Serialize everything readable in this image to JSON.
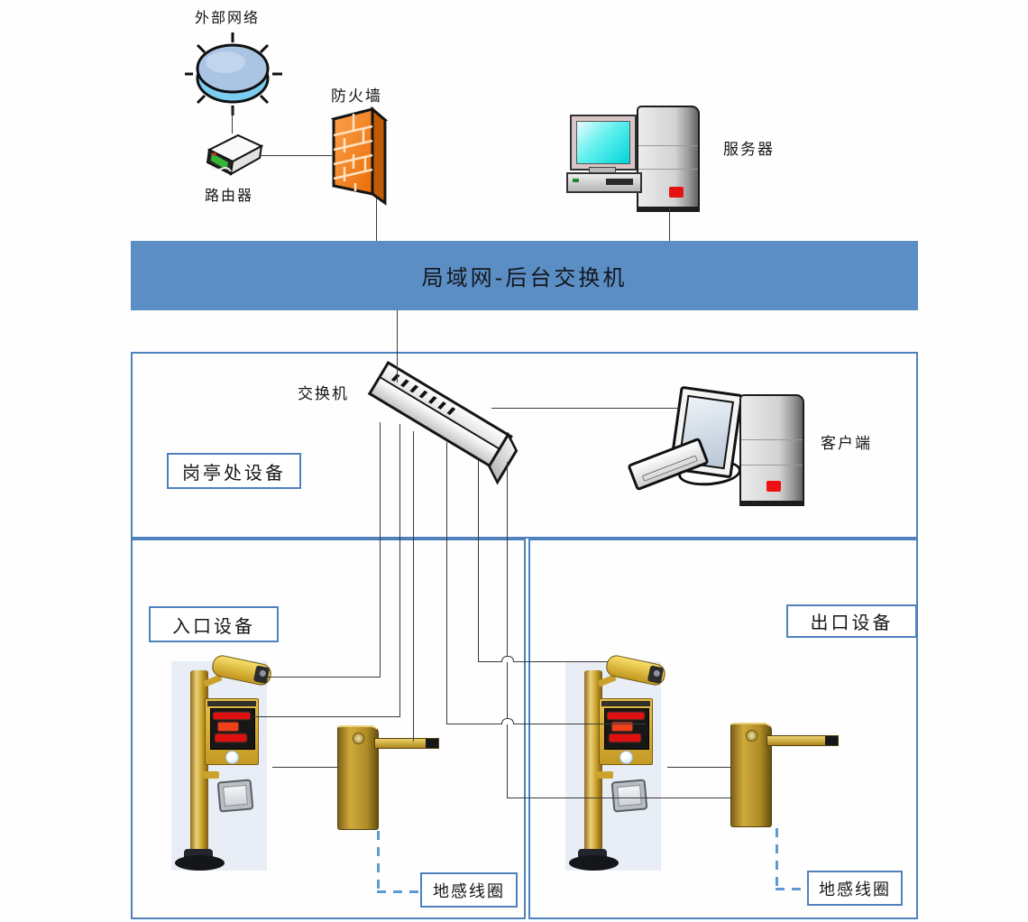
{
  "colors": {
    "lan_bar_fill": "#5b8ec4",
    "container_border": "#4f81bd",
    "dashed_coil_line": "#5b9bd5",
    "wire": "#3a3a3a",
    "firewall_orange": "#ef7d16",
    "machine_gold": "#d2a42c",
    "led_red": "#e01010",
    "server_screen_cyan": "#2fe3e3"
  },
  "external_network": {
    "label": "外部网络"
  },
  "router": {
    "label": "路由器"
  },
  "firewall": {
    "label": "防火墙"
  },
  "server": {
    "label": "服务器"
  },
  "lan_bar": {
    "label": "局域网-后台交换机"
  },
  "booth_section": {
    "label": "岗亭处设备",
    "switch_label": "交换机",
    "client_label": "客户端"
  },
  "entrance_section": {
    "label": "入口设备",
    "ground_coil_label": "地感线圈"
  },
  "exit_section": {
    "label": "出口设备",
    "ground_coil_label": "地感线圈"
  }
}
